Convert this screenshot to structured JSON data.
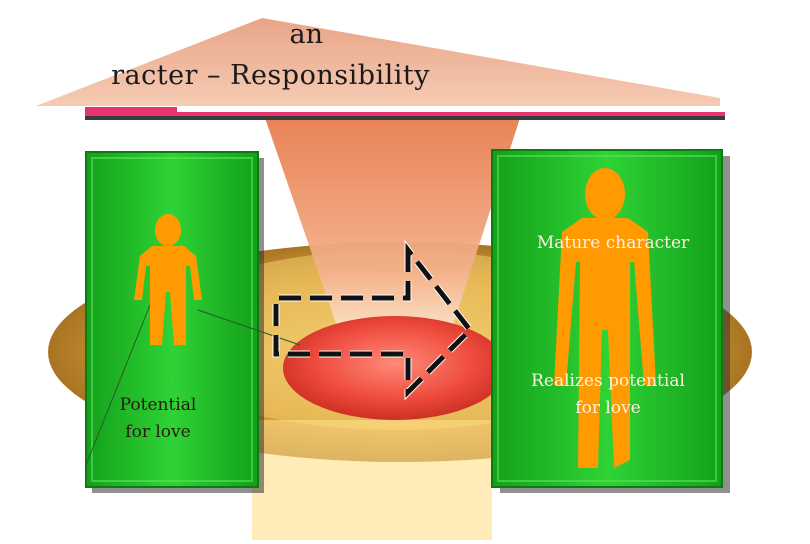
{
  "header": {
    "title_top": "an",
    "title_main": "racter – Responsibility"
  },
  "left_panel": {
    "label": "Potential for love"
  },
  "right_panel": {
    "label_top": "Mature character",
    "label_bottom": "Realizes potential for love"
  },
  "colors": {
    "panel_green": "#22c22a",
    "figure_orange": "#ff9a00",
    "roof_salmon": "#f3b49a",
    "roof_line": "#e8336e",
    "disc_red": "#ee4a3c",
    "disc_gold": "#d9a63a"
  },
  "icons": [
    "person-silhouette-icon",
    "person-silhouette-icon",
    "dashed-arrow-icon"
  ]
}
